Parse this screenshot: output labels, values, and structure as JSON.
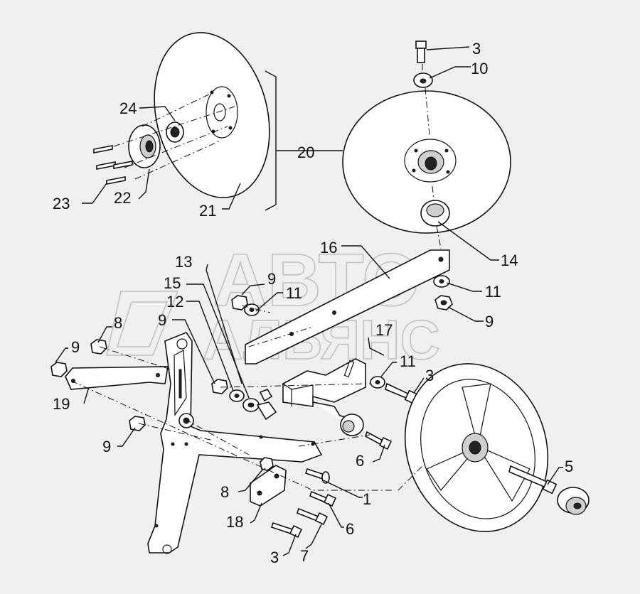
{
  "watermark": {
    "line1": "АВТО",
    "line2": "АЛЬЯНС"
  },
  "callouts": {
    "c1": "1",
    "c3a": "3",
    "c3b": "3",
    "c3c": "3",
    "c5": "5",
    "c6a": "6",
    "c6b": "6",
    "c7": "7",
    "c8a": "8",
    "c8b": "8",
    "c9a": "9",
    "c9b": "9",
    "c9c": "9",
    "c9d": "9",
    "c9e": "9",
    "c10": "10",
    "c11a": "11",
    "c11b": "11",
    "c11c": "11",
    "c12": "12",
    "c13": "13",
    "c14": "14",
    "c15": "15",
    "c16": "16",
    "c17": "17",
    "c18": "18",
    "c19": "19",
    "c20": "20",
    "c21": "21",
    "c22": "22",
    "c23": "23",
    "c24": "24"
  },
  "colors": {
    "background": "#f0f0f0",
    "line": "#111111",
    "watermark": "#9a9a9a"
  }
}
